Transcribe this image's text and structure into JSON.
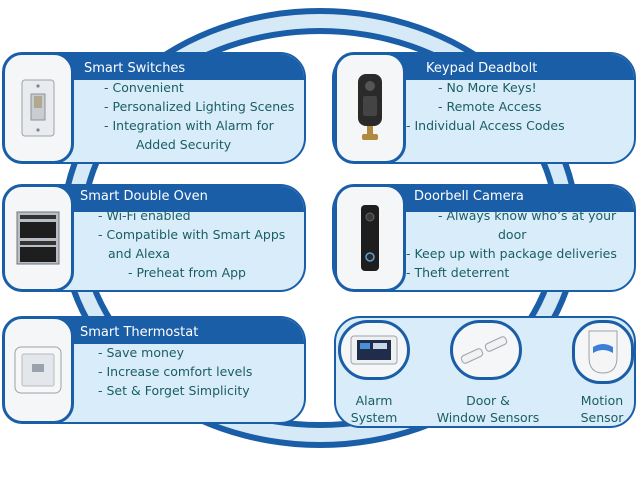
{
  "cards": {
    "switches": {
      "title": "Smart Switches",
      "lines": [
        "- Convenient",
        "- Personalized Lighting Scenes",
        "- Integration with Alarm for",
        "Added Security"
      ]
    },
    "deadbolt": {
      "title": "Keypad Deadbolt",
      "lines": [
        "- No More Keys!",
        "- Remote Access",
        "- Individual Access Codes"
      ]
    },
    "oven": {
      "title": "Smart Double Oven",
      "lines": [
        "- Wi-Fi enabled",
        "- Compatible with Smart Apps",
        "and Alexa",
        "- Preheat from App"
      ]
    },
    "doorbell": {
      "title": "Doorbell Camera",
      "lines": [
        "- Always know who’s at your",
        "door",
        "- Keep up with package deliveries",
        "- Theft deterrent"
      ]
    },
    "thermostat": {
      "title": "Smart Thermostat",
      "lines": [
        "- Save money",
        "- Increase comfort levels",
        "- Set & Forget Simplicity"
      ]
    },
    "security": {
      "items": [
        {
          "line1": "Alarm",
          "line2": "System"
        },
        {
          "line1": "Door &",
          "line2": "Window Sensors"
        },
        {
          "line1": "Motion",
          "line2": "Sensor"
        }
      ]
    }
  },
  "colors": {
    "ring": "#1a5ea8",
    "card_fill": "#d8ecfa",
    "header": "#1a5ea8",
    "body_text": "#1a5e63"
  }
}
